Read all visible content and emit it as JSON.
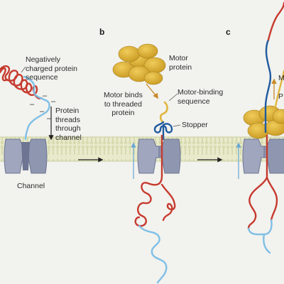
{
  "panels": {
    "b": "b",
    "c": "c"
  },
  "labels": {
    "negatively_charged": "Negatively\ncharged protein\nsequence",
    "protein_threads": "Protein\nthreads\nthrough\nchannel",
    "channel": "Channel",
    "motor_protein": "Motor\nprotein",
    "motor_binds": "Motor binds\nto threaded\nprotein",
    "motor_binding_sequence": "Motor-binding\nsequence",
    "stopper": "Stopper",
    "cut_m": "M",
    "cut_p": "P"
  },
  "charge_marks": [
    "–",
    "–",
    "–",
    "–",
    "–"
  ],
  "colors": {
    "membrane": "#e3e6c2",
    "membrane_line": "#c9cd9c",
    "channel": "#9fa6bd",
    "channel_dark": "#6d7593",
    "red_strand": "#c63a2e",
    "blue_strand": "#7fbfe6",
    "dark_blue_strand": "#1f5a9e",
    "motor": "#d8ae3a",
    "motor_dark": "#a9801c",
    "orange_arrow": "#c98a2a",
    "blue_arrow": "#6aa7d6"
  }
}
